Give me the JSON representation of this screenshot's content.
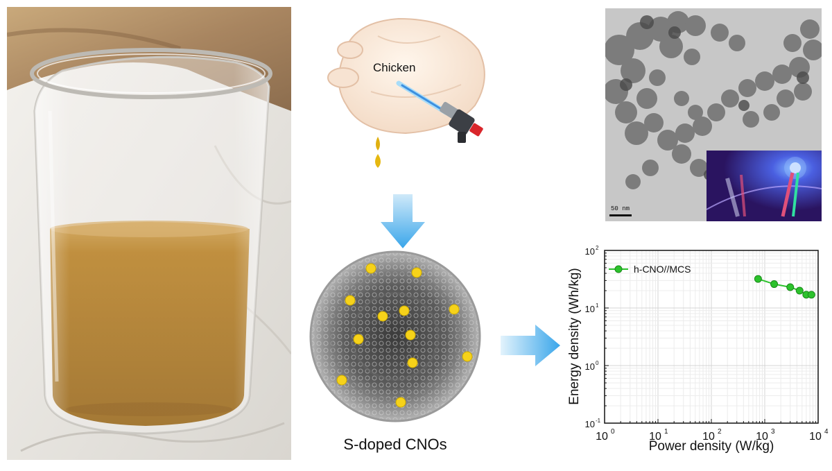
{
  "diagram": {
    "chicken_label": "Chicken",
    "product_caption": "S-doped CNOs",
    "tem_scale_label": "50 nm"
  },
  "colors": {
    "arrow_blue": "#5bb6ec",
    "broth_amber": "#b9832a",
    "dopant_yellow": "#f6d21a",
    "series_green": "#2cc22c"
  },
  "icons": {
    "torch": "torch-icon",
    "oil_drop": "oil-drop-icon",
    "down_arrow": "arrow-down-icon",
    "right_arrow": "arrow-right-icon"
  },
  "chart_data": {
    "type": "scatter",
    "xlabel": "Power density (W/kg)",
    "ylabel": "Energy density (Wh/kg)",
    "xscale": "log",
    "yscale": "log",
    "xlim": [
      1,
      10000
    ],
    "ylim": [
      0.1,
      100
    ],
    "x_tick_labels": [
      {
        "base": "10",
        "exp": "0",
        "value": 1
      },
      {
        "base": "10",
        "exp": "1",
        "value": 10
      },
      {
        "base": "10",
        "exp": "2",
        "value": 100
      },
      {
        "base": "10",
        "exp": "3",
        "value": 1000
      },
      {
        "base": "10",
        "exp": "4",
        "value": 10000
      }
    ],
    "y_tick_labels": [
      {
        "base": "10",
        "exp": "-1",
        "value": 0.1
      },
      {
        "base": "10",
        "exp": "0",
        "value": 1
      },
      {
        "base": "10",
        "exp": "1",
        "value": 10
      },
      {
        "base": "10",
        "exp": "2",
        "value": 100
      }
    ],
    "grid": true,
    "legend_position": "top-left",
    "series": [
      {
        "name": "h-CNO//MCS",
        "color": "#2cc22c",
        "marker": "circle",
        "points": [
          {
            "x": 750,
            "y": 32
          },
          {
            "x": 1500,
            "y": 26
          },
          {
            "x": 3000,
            "y": 23
          },
          {
            "x": 4500,
            "y": 20
          },
          {
            "x": 6000,
            "y": 17
          },
          {
            "x": 7500,
            "y": 17
          }
        ]
      }
    ]
  }
}
